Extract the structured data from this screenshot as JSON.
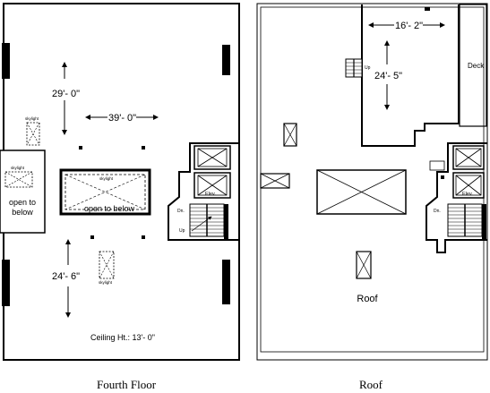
{
  "fourth_floor": {
    "caption": "Fourth Floor",
    "dim_vertical_top": "29'- 0\"",
    "dim_horizontal": "39'- 0\"",
    "dim_vertical_bottom": "24'- 6\"",
    "skylight_label": "skylight",
    "open_to_below_left": [
      "open to",
      "below"
    ],
    "open_to_below_center": "open to below",
    "elevator_label": "Elev.",
    "dn_label": "Dn.",
    "up_label": "Up",
    "ceiling_height": "Ceiling Ht.: 13'- 0\""
  },
  "roof": {
    "caption": "Roof",
    "dim_horizontal": "16'- 2\"",
    "dim_vertical": "24'- 5\"",
    "deck_label": "Deck",
    "up_label": "Up",
    "elevator_label": "Elev.",
    "dn_label": "Dn.",
    "roof_label": "Roof"
  }
}
